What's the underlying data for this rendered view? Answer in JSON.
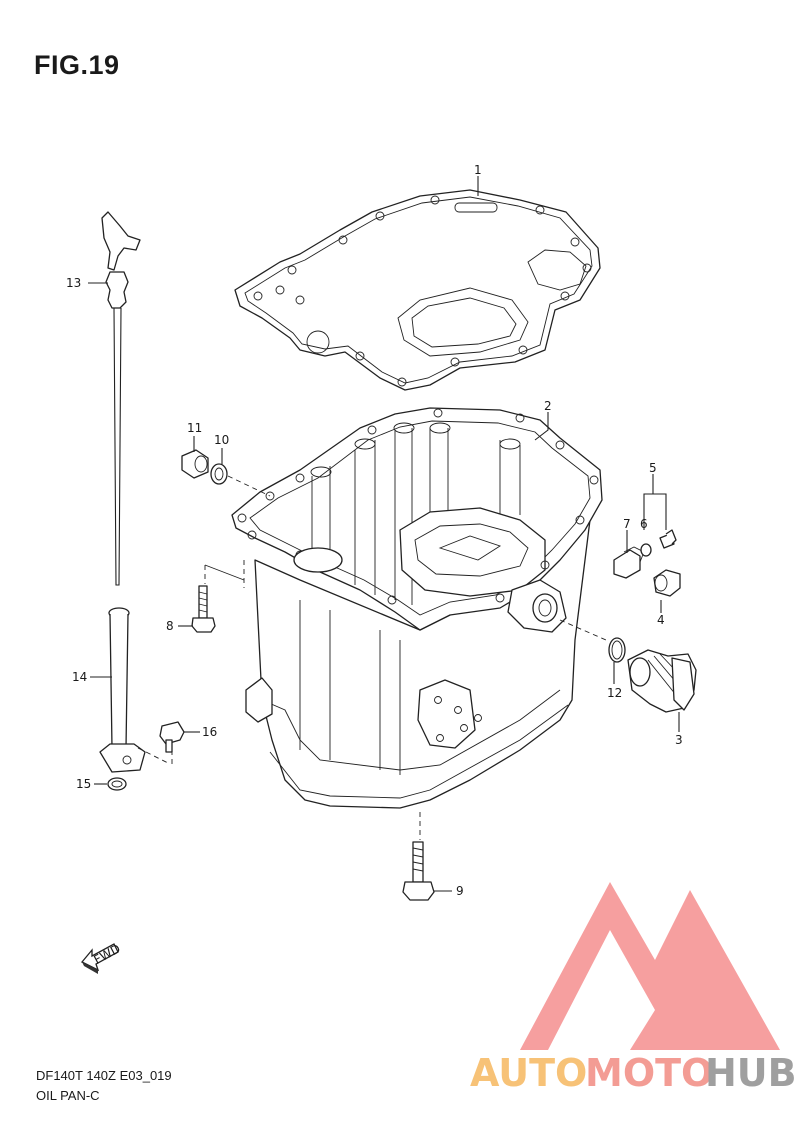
{
  "figure": {
    "title": "FIG.19"
  },
  "footer": {
    "model_code": "DF140T 140Z E03_019",
    "section_name": "OIL PAN-C"
  },
  "callouts": [
    {
      "id": "c1",
      "text": "1"
    },
    {
      "id": "c2",
      "text": "2"
    },
    {
      "id": "c3",
      "text": "3"
    },
    {
      "id": "c4",
      "text": "4"
    },
    {
      "id": "c5",
      "text": "5"
    },
    {
      "id": "c6",
      "text": "6"
    },
    {
      "id": "c7",
      "text": "7"
    },
    {
      "id": "c8",
      "text": "8"
    },
    {
      "id": "c9",
      "text": "9"
    },
    {
      "id": "c10",
      "text": "10"
    },
    {
      "id": "c11",
      "text": "11"
    },
    {
      "id": "c12",
      "text": "12"
    },
    {
      "id": "c13",
      "text": "13"
    },
    {
      "id": "c14",
      "text": "14"
    },
    {
      "id": "c15",
      "text": "15"
    },
    {
      "id": "c16",
      "text": "16"
    }
  ],
  "direction_arrow": {
    "text": "FWD"
  },
  "watermark": {
    "parts": [
      "AUTO",
      "MOTO",
      "HUB"
    ],
    "colors": {
      "auto": "#f6b860",
      "moto": "#f28b82",
      "hub": "#8f8f8f",
      "triangle": "#f58f8f"
    }
  }
}
